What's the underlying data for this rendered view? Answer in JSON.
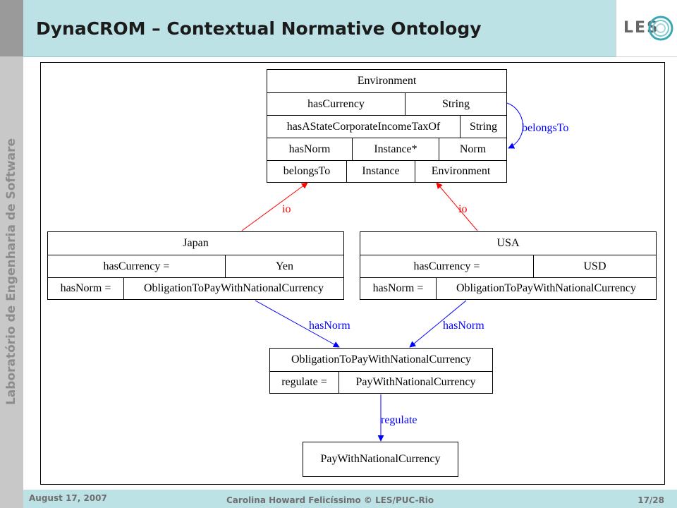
{
  "title": "DynaCROM – Contextual Normative Ontology",
  "sidebar_text": "Laboratório de Engenharia de Software",
  "logo_text": "LES",
  "footer": {
    "date": "August 17, 2007",
    "author": "Carolina Howard Felicíssimo © LES/PUC-Rio",
    "page": "17/28"
  },
  "nodes": {
    "environment": {
      "name": "Environment",
      "rows": [
        [
          "hasCurrency",
          "String"
        ],
        [
          "hasAStateCorporateIncomeTaxOf",
          "String"
        ],
        [
          "hasNorm",
          "Instance*",
          "Norm"
        ],
        [
          "belongsTo",
          "Instance",
          "Environment"
        ]
      ]
    },
    "japan": {
      "name": "Japan",
      "rows": [
        [
          "hasCurrency =",
          "Yen"
        ],
        [
          "hasNorm =",
          "ObligationToPayWithNationalCurrency"
        ]
      ]
    },
    "usa": {
      "name": "USA",
      "rows": [
        [
          "hasCurrency =",
          "USD"
        ],
        [
          "hasNorm =",
          "ObligationToPayWithNationalCurrency"
        ]
      ]
    },
    "obligation": {
      "name": "ObligationToPayWithNationalCurrency",
      "rows": [
        [
          "regulate =",
          "PayWithNationalCurrency"
        ]
      ]
    },
    "pay": {
      "name": "PayWithNationalCurrency",
      "rows": []
    }
  },
  "edges": {
    "io_japan": "io",
    "io_usa": "io",
    "belongs": "belongsTo",
    "hasnorm_japan": "hasNorm",
    "hasnorm_usa": "hasNorm",
    "regulate": "regulate"
  },
  "colors": {
    "io": "#ff0000",
    "relation": "#0000ff",
    "header": "#bde2e6"
  }
}
